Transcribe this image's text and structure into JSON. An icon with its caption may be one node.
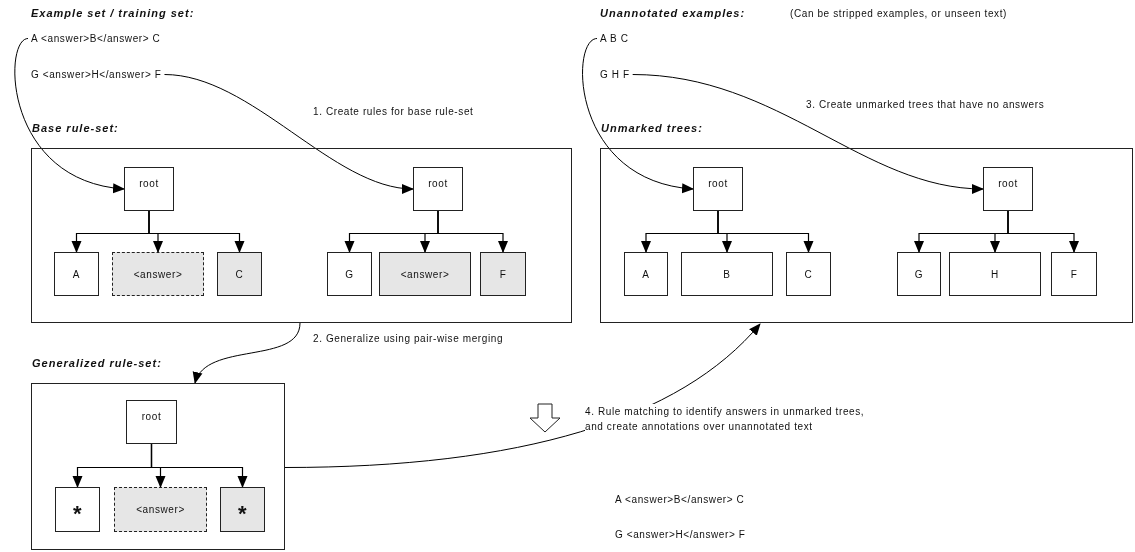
{
  "diagram": {
    "nodes": [
      {
        "text": [
          "A <answer>B</answer> C"
        ]
      },
      {
        "text": [
          "G <answer>H</answer> F"
        ]
      },
      {
        "text": [
          "A B C"
        ]
      },
      {
        "text": [
          "G H F"
        ]
      },
      {
        "text": [
          "Base rule-set:"
        ]
      },
      {
        "text": [
          "root"
        ],
        "in": 4
      },
      {
        "text": [
          "A"
        ],
        "in": 4
      },
      {
        "text": [
          "<answer>"
        ],
        "in": 4
      },
      {
        "text": [
          "C"
        ],
        "in": 4
      },
      {
        "text": [
          "root"
        ],
        "in": 4
      },
      {
        "text": [
          "G"
        ],
        "in": 4
      },
      {
        "text": [
          "<answer>"
        ],
        "in": 4
      },
      {
        "text": [
          "F"
        ],
        "in": 4
      },
      {
        "text": [
          "Unmarked trees:"
        ]
      },
      {
        "text": [
          "root"
        ],
        "in": 13
      },
      {
        "text": [
          "A"
        ],
        "in": 13
      },
      {
        "text": [
          "B"
        ],
        "in": 13
      },
      {
        "text": [
          "C"
        ],
        "in": 13
      },
      {
        "text": [
          "root"
        ],
        "in": 13
      },
      {
        "text": [
          "G"
        ],
        "in": 13
      },
      {
        "text": [
          "H"
        ],
        "in": 13
      },
      {
        "text": [
          "F"
        ],
        "in": 13
      },
      {
        "text": [
          "Generalized rule-set:"
        ]
      },
      {
        "text": [
          "root"
        ],
        "in": 22
      },
      {
        "text": [
          "*"
        ],
        "in": 22
      },
      {
        "text": [
          "<answer>"
        ],
        "in": 22
      },
      {
        "text": [
          "*"
        ],
        "in": 22
      }
    ],
    "edges": [
      {
        "from": 0,
        "to": 5,
        "arrow": "to"
      },
      {
        "from": 1,
        "to": 9,
        "arrow": "to",
        "label": "1. Create rules for base rule-set"
      },
      {
        "from": 4,
        "to": 22,
        "arrow": "to",
        "label": "2. Generalize using pair-wise merging"
      },
      {
        "from": 2,
        "to": 14,
        "arrow": "to"
      },
      {
        "from": 3,
        "to": 18,
        "arrow": "to",
        "label": "3. Create unmarked trees that have no answers"
      },
      {
        "from": 22,
        "to": 13,
        "arrow": "to",
        "label": "4. Rule matching to identify answers in unmarked trees, and create annotations over unannotated text"
      },
      {
        "from": 5,
        "to": 6,
        "arrow": "to"
      },
      {
        "from": 5,
        "to": 7,
        "arrow": "to"
      },
      {
        "from": 5,
        "to": 8,
        "arrow": "to"
      },
      {
        "from": 9,
        "to": 10,
        "arrow": "to"
      },
      {
        "from": 9,
        "to": 11,
        "arrow": "to"
      },
      {
        "from": 9,
        "to": 12,
        "arrow": "to"
      },
      {
        "from": 14,
        "to": 15,
        "arrow": "to"
      },
      {
        "from": 14,
        "to": 16,
        "arrow": "to"
      },
      {
        "from": 14,
        "to": 17,
        "arrow": "to"
      },
      {
        "from": 18,
        "to": 19,
        "arrow": "to"
      },
      {
        "from": 18,
        "to": 20,
        "arrow": "to"
      },
      {
        "from": 18,
        "to": 21,
        "arrow": "to"
      },
      {
        "from": 23,
        "to": 24,
        "arrow": "to"
      },
      {
        "from": 23,
        "to": 25,
        "arrow": "to"
      },
      {
        "from": 23,
        "to": 26,
        "arrow": "to"
      }
    ],
    "labels": [
      "Example set / training set:",
      "Unannotated examples:",
      "(Can be stripped examples, or unseen text)",
      "A <answer>B</answer> C",
      "G <answer>H</answer> F"
    ]
  }
}
